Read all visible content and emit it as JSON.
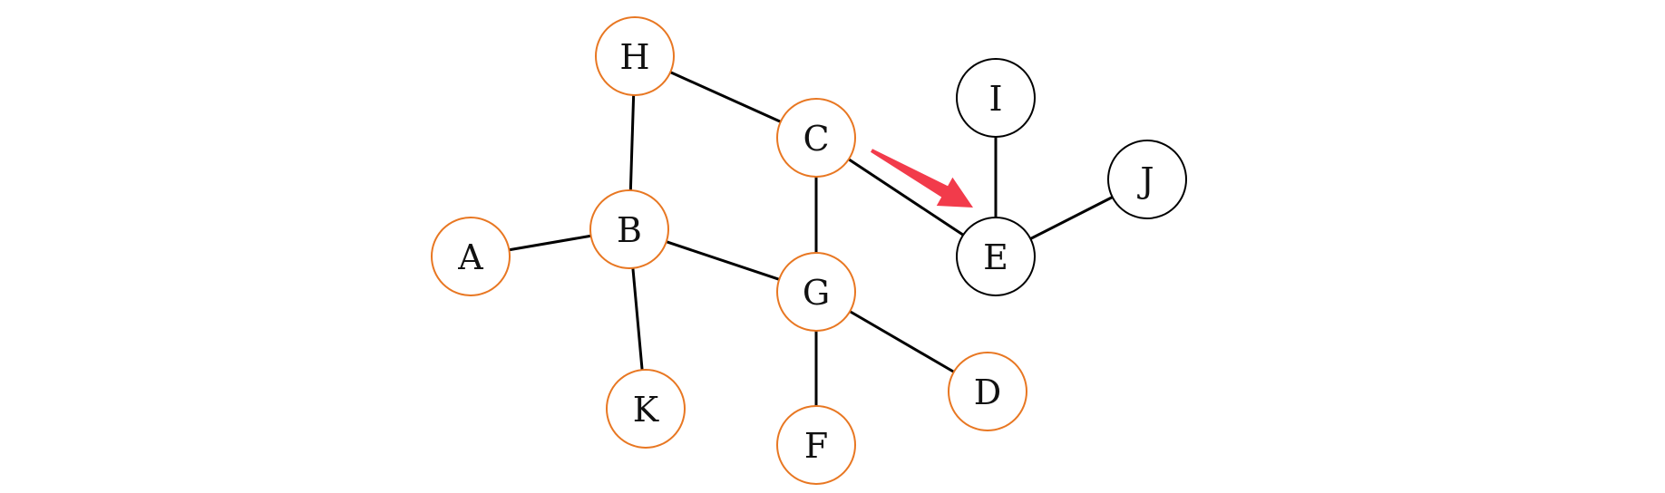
{
  "colors": {
    "visited": "#E87722",
    "unvisited": "#000000",
    "arrow": "#F23B4B",
    "edge": "#000000"
  },
  "nodes": [
    {
      "id": "H",
      "label": "H",
      "status": "visited"
    },
    {
      "id": "C",
      "label": "C",
      "status": "visited"
    },
    {
      "id": "B",
      "label": "B",
      "status": "visited"
    },
    {
      "id": "A",
      "label": "A",
      "status": "visited"
    },
    {
      "id": "G",
      "label": "G",
      "status": "visited"
    },
    {
      "id": "K",
      "label": "K",
      "status": "visited"
    },
    {
      "id": "F",
      "label": "F",
      "status": "visited"
    },
    {
      "id": "D",
      "label": "D",
      "status": "visited"
    },
    {
      "id": "I",
      "label": "I",
      "status": "unvisited"
    },
    {
      "id": "E",
      "label": "E",
      "status": "unvisited"
    },
    {
      "id": "J",
      "label": "J",
      "status": "unvisited"
    }
  ],
  "edges": [
    [
      "H",
      "C"
    ],
    [
      "H",
      "B"
    ],
    [
      "A",
      "B"
    ],
    [
      "B",
      "G"
    ],
    [
      "B",
      "K"
    ],
    [
      "C",
      "G"
    ],
    [
      "C",
      "E"
    ],
    [
      "G",
      "F"
    ],
    [
      "G",
      "D"
    ],
    [
      "I",
      "E"
    ],
    [
      "E",
      "J"
    ]
  ],
  "highlight_arrow": {
    "from": "C",
    "to": "E"
  }
}
